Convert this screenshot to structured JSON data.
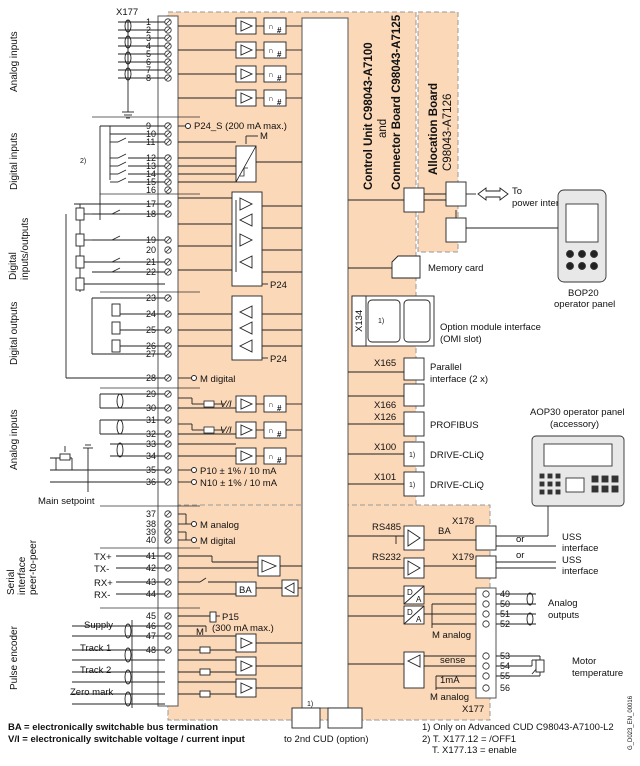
{
  "connector_top": "X177",
  "connector_bottom": "X177",
  "left_sections": [
    {
      "key": "analog_in_1",
      "label": "Analog inputs"
    },
    {
      "key": "digital_in",
      "label": "Digital inputs"
    },
    {
      "key": "digital_io",
      "label": "Digital inputs/outputs"
    },
    {
      "key": "digital_out",
      "label": "Digital outputs"
    },
    {
      "key": "analog_in_2",
      "label": "Analog inputs"
    },
    {
      "key": "serial",
      "label": "Serial interface peer-to-peer"
    },
    {
      "key": "pulse",
      "label": "Pulse encoder"
    }
  ],
  "terminals_left": [
    "1",
    "2",
    "3",
    "4",
    "5",
    "6",
    "7",
    "8",
    "9",
    "10",
    "11",
    "12",
    "13",
    "14",
    "15",
    "16",
    "17",
    "18",
    "19",
    "20",
    "21",
    "22",
    "23",
    "24",
    "25",
    "26",
    "27",
    "28",
    "29",
    "30",
    "31",
    "32",
    "33",
    "34",
    "35",
    "36",
    "37",
    "38",
    "39",
    "40",
    "41",
    "42",
    "43",
    "44",
    "45",
    "46",
    "47",
    "48"
  ],
  "terminals_right": [
    "49",
    "50",
    "51",
    "52",
    "53",
    "54",
    "55",
    "56"
  ],
  "labels": {
    "p24s": "P24_S (200 mA max.)",
    "m": "M",
    "p24_a": "P24",
    "p24_b": "P24",
    "m_digital_24": "M digital",
    "vi_a": "V/I",
    "vi_b": "V/I",
    "p10": "P10 ± 1% / 10 mA",
    "n10": "N10 ± 1% / 10 mA",
    "main_setpoint": "Main setpoint",
    "m_analog_34": "M analog",
    "m_digital_36": "M digital",
    "tx_plus": "TX+",
    "tx_minus": "TX-",
    "rx_plus": "RX+",
    "rx_minus": "RX-",
    "ba_serial": "BA",
    "supply": "Supply",
    "p15": "P15",
    "p15_sub": "(300 mA max.)",
    "m_42": "M",
    "track1": "Track 1",
    "track2": "Track 2",
    "zero_mark": "Zero mark",
    "note2_marker": "2)"
  },
  "control_unit": {
    "line1": "Control Unit C98043-A7100",
    "line2": "and",
    "line3": "Connector Board C98043-A7125"
  },
  "allocation_board": {
    "line1": "Allocation Board",
    "line2": "C98043-A7126"
  },
  "right_items": {
    "to_power_1": "To",
    "to_power_2": "power interface",
    "bop_1": "BOP20",
    "bop_2": "operator panel",
    "memory_card": "Memory card",
    "x134": "X134",
    "note1_a": "1)",
    "omi_1": "Option module interface",
    "omi_2": "(OMI slot)",
    "x165": "X165",
    "x166": "X166",
    "parallel_1": "Parallel",
    "parallel_2": "interface (2 x)",
    "x126": "X126",
    "profibus": "PROFIBUS",
    "x100": "X100",
    "x101": "X101",
    "note1_b": "1)",
    "note1_c": "1)",
    "drive_cliq_1": "DRIVE-CLiQ",
    "drive_cliq_2": "DRIVE-CLiQ",
    "aop_1": "AOP30 operator panel",
    "aop_2": "(accessory)",
    "rs485": "RS485",
    "rs232": "RS232",
    "ba_rs": "BA",
    "x178": "X178",
    "x179": "X179",
    "or_1": "or",
    "or_2": "or",
    "uss_1a": "USS",
    "uss_1b": "interface",
    "uss_2a": "USS",
    "uss_2b": "interface",
    "analog_out_1": "Analog",
    "analog_out_2": "outputs",
    "m_analog_out": "M analog",
    "sense": "sense",
    "one_ma": "1mA",
    "m_analog_bottom": "M analog",
    "motor_temp_1": "Motor",
    "motor_temp_2": "temperature",
    "d_a": "D",
    "a_d": "A",
    "note1_d": "1)",
    "to_2nd_cud": "to 2nd CUD (option)"
  },
  "footnotes": {
    "ba": "BA = electronically switchable bus termination",
    "vi": "V/I = electronically switchable voltage / current input",
    "n1": "1) Only on Advanced CUD C98043-A7100-L2",
    "n2a": "2) T. X177.12 = /OFF1",
    "n2b": "T. X177.13 = enable",
    "code": "G_D023_EN_00016"
  },
  "colors": {
    "board_fill": "#fbd8b8",
    "board_stroke": "#888888",
    "line": "#222222"
  }
}
